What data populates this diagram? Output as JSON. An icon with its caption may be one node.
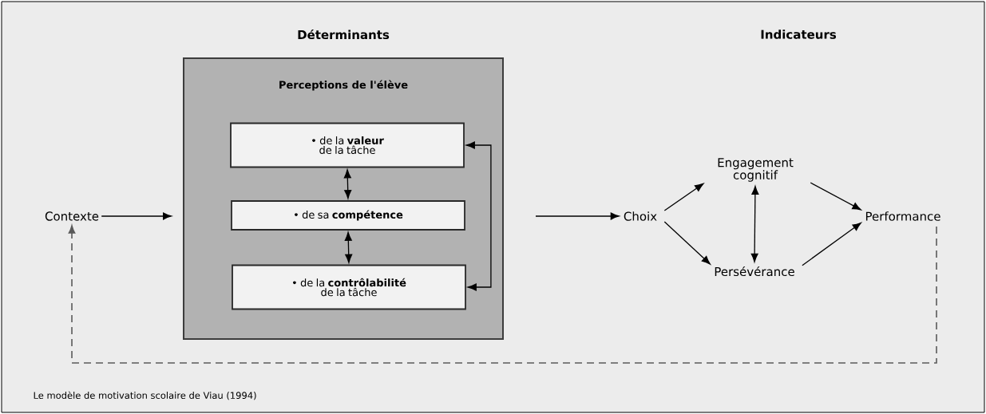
{
  "diagram": {
    "caption": "Le modèle de motivation scolaire de Viau (1994)",
    "nodes": [
      {
        "text": [
          "Contexte"
        ]
      },
      {
        "text": [
          "Perceptions de l'élève"
        ]
      },
      {
        "text": [
          "• de la **valeur** de la tâche"
        ],
        "in": 1
      },
      {
        "text": [
          "• de sa **compétence**"
        ],
        "in": 1
      },
      {
        "text": [
          "• de la **contrôlabilité** de la tâche"
        ],
        "in": 1
      },
      {
        "text": [
          "Choix"
        ]
      },
      {
        "text": [
          "Engagement cognitif"
        ]
      },
      {
        "text": [
          "Persévérance"
        ]
      },
      {
        "text": [
          "Performance"
        ]
      }
    ],
    "edges": [
      {
        "from": 0,
        "to": 1,
        "arrow": "to"
      },
      {
        "from": 2,
        "to": 3,
        "arrow": "both"
      },
      {
        "from": 3,
        "to": 4,
        "arrow": "both"
      },
      {
        "from": 2,
        "to": 4,
        "arrow": "both"
      },
      {
        "from": 1,
        "to": 5,
        "arrow": "to"
      },
      {
        "from": 5,
        "to": 6,
        "arrow": "to"
      },
      {
        "from": 5,
        "to": 7,
        "arrow": "to"
      },
      {
        "from": 6,
        "to": 7,
        "arrow": "both"
      },
      {
        "from": 6,
        "to": 8,
        "arrow": "to"
      },
      {
        "from": 7,
        "to": 8,
        "arrow": "to"
      },
      {
        "from": 8,
        "to": 0,
        "arrow": "to",
        "style": "dashed"
      }
    ],
    "labels": [
      "Déterminants",
      "Indicateurs"
    ]
  }
}
